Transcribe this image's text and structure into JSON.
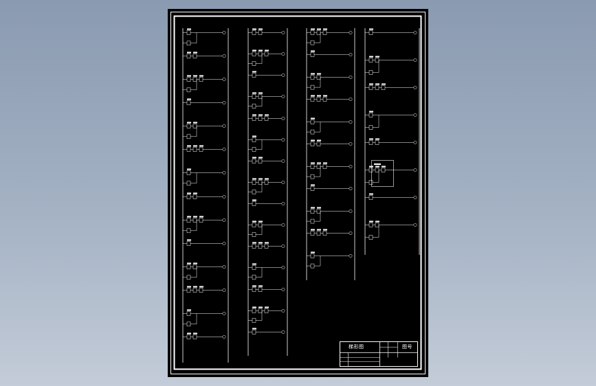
{
  "viewer": {
    "background_top": "#8a9ab0",
    "background_bottom": "#c3ccd8"
  },
  "drawing": {
    "sheet_color": "#000000",
    "line_color": "#ffffff",
    "content": "ladder-diagram",
    "rung_columns": 4,
    "rungs_per_column": [
      14,
      15,
      11,
      8
    ],
    "title_block": {
      "title": "梯形图",
      "sheet_no_label": "图号"
    }
  }
}
